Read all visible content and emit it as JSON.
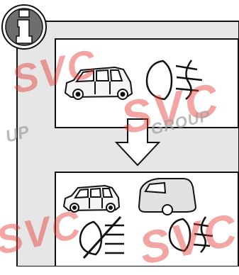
{
  "info_icon": {
    "glyph": "i",
    "name": "info-icon"
  },
  "panels": [
    {
      "name": "panel-dipped-beam",
      "icons": [
        "car-icon",
        "dipped-beam-headlamp-icon"
      ]
    },
    {
      "name": "panel-following-vehicle",
      "icons": [
        "car-icon",
        "van-rear-icon",
        "high-beam-off-icon",
        "dipped-beam-headlamp-icon"
      ]
    }
  ],
  "arrow": {
    "name": "down-arrow-icon",
    "direction": "down"
  },
  "watermark": {
    "text_large": "SVC",
    "text_small": "GROUP",
    "text_fragment": "UP",
    "color": "#e53935"
  },
  "colors": {
    "page_bg": "#ffffff",
    "panel_frame_bg": "#e6e6e6",
    "badge_fill": "#6e6e6e",
    "line": "#111111",
    "car_fill": "#f4f4f4"
  }
}
